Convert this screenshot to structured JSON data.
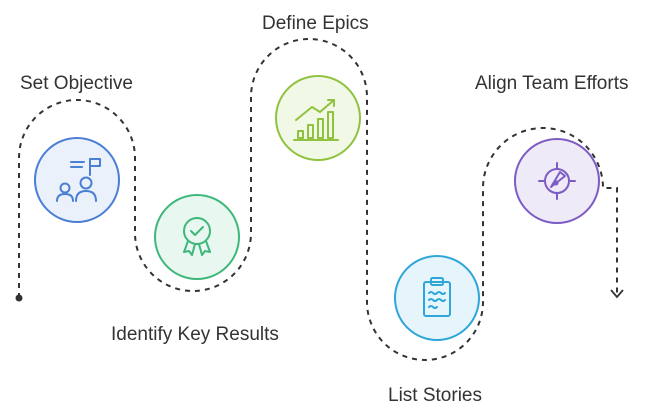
{
  "diagram": {
    "steps": [
      {
        "label": "Set Objective",
        "icon": "team-target-flag-icon",
        "color": "#4a7fd4",
        "fill": "#eaf1fb"
      },
      {
        "label": "Identify Key Results",
        "icon": "award-badge-check-icon",
        "color": "#3db87a",
        "fill": "#e8f7ef"
      },
      {
        "label": "Define Epics",
        "icon": "growth-bar-chart-icon",
        "color": "#8fc23f",
        "fill": "#f2f8e6"
      },
      {
        "label": "List Stories",
        "icon": "clipboard-list-icon",
        "color": "#2ea6d9",
        "fill": "#e6f4fb"
      },
      {
        "label": "Align Team Efforts",
        "icon": "target-compass-icon",
        "color": "#7c5cc4",
        "fill": "#efeaf8"
      }
    ],
    "path_color": "#333333"
  }
}
